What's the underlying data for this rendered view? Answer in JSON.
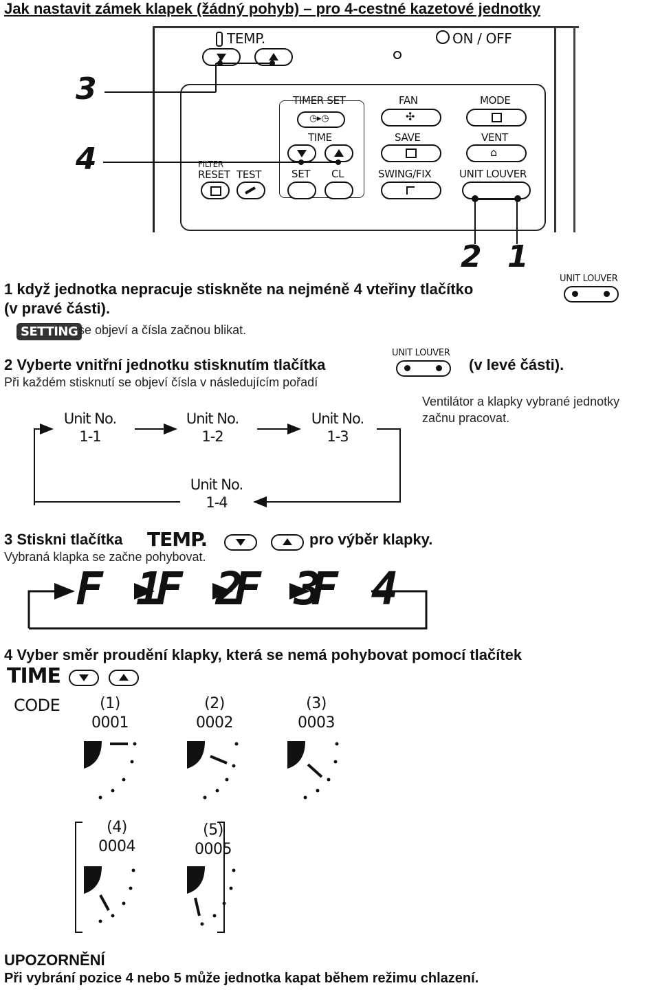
{
  "title": "Jak nastavit zámek klapek (žádný pohyb) – pro 4-cestné kazetové jednotky",
  "remote": {
    "temp_label": "TEMP.",
    "onoff_label": "ON / OFF",
    "timer_set_label": "TIMER SET",
    "time_label": "TIME",
    "set_label": "SET",
    "cl_label": "CL",
    "filter_label": "FILTER",
    "reset_label": "RESET",
    "test_label": "TEST",
    "fan_label": "FAN",
    "mode_label": "MODE",
    "save_label": "SAVE",
    "vent_label": "VENT",
    "swing_label": "SWING/FIX",
    "unit_louver_label": "UNIT  LOUVER",
    "callout_3": "3",
    "callout_4": "4",
    "callout_2": "2",
    "callout_1": "1"
  },
  "step1": {
    "line1": "1 když jednotka nepracuje stiskněte na nejméně 4 vteřiny tlačítko",
    "line2": "(v pravé části).",
    "setting_badge": "SETTING",
    "line3": "se objeví a čísla začnou blikat.",
    "button_label": "UNIT  LOUVER"
  },
  "step2": {
    "line1": "2 Vyberte vnitřní jednotku stisknutím tlačítka",
    "line1_suffix": "(v levé části).",
    "line2": "Při každém stisknutí se objeví čísla v následujícím pořadí",
    "button_label": "UNIT  LOUVER",
    "note_line1": "Ventilátor a klapky vybrané jednotky",
    "note_line2": "začnu pracovat.",
    "unit_label": "Unit No.",
    "units": [
      "1-1",
      "1-2",
      "1-3",
      "1-4"
    ]
  },
  "step3": {
    "line1": "3 Stiskni tlačítka",
    "temp_text": "TEMP.",
    "line1_suffix": "pro výběr klapky.",
    "line2": "Vybraná klapka se začne pohybovat.",
    "codes": [
      "F 1",
      "F 2",
      "F 3",
      "F 4"
    ]
  },
  "step4": {
    "line1": "4 Vyber směr proudění klapky, která se nemá pohybovat pomocí tlačítek",
    "time_text": "TIME",
    "code_label": "CODE",
    "positions": [
      {
        "label": "(1)",
        "code": "0001"
      },
      {
        "label": "(2)",
        "code": "0002"
      },
      {
        "label": "(3)",
        "code": "0003"
      },
      {
        "label": "(4)",
        "code": "0004"
      },
      {
        "label": "(5)",
        "code": "0005"
      }
    ]
  },
  "warning": {
    "heading": "UPOZORNĚNÍ",
    "text": "Při vybrání pozice 4 nebo 5 může jednotka kapat během režimu chlazení."
  }
}
